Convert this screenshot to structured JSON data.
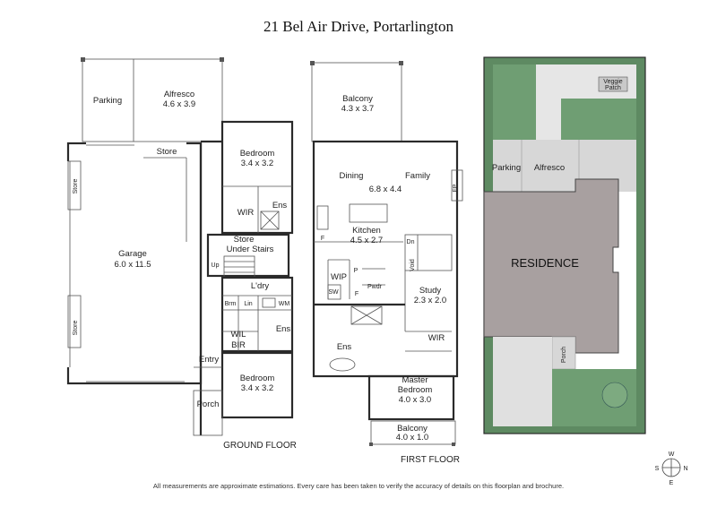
{
  "title": "21 Bel Air Drive, Portarlington",
  "ground_floor": {
    "caption": "GROUND FLOOR",
    "rooms": {
      "parking": "Parking",
      "alfresco": "Alfresco",
      "alfresco_size": "4.6 x 3.9",
      "store_top": "Store",
      "store_left_top": "Store",
      "store_left_bottom": "Store",
      "garage": "Garage",
      "garage_size": "6.0 x 11.5",
      "bedroom1": "Bedroom",
      "bedroom1_size": "3.4 x 3.2",
      "wir": "WIR",
      "ens1": "Ens",
      "store_under": "Store",
      "under_stairs": "Under Stairs",
      "up": "Up",
      "laundry": "L'dry",
      "brm": "Brm",
      "lin": "Lin",
      "wm": "WM",
      "wil": "WIL",
      "ens2": "Ens",
      "bir": "BIR",
      "entry": "Entry",
      "bedroom2": "Bedroom",
      "bedroom2_size": "3.4 x 3.2",
      "porch": "Porch"
    }
  },
  "first_floor": {
    "caption": "FIRST FLOOR",
    "rooms": {
      "balcony_top": "Balcony",
      "balcony_top_size": "4.3 x 3.7",
      "dining": "Dining",
      "family": "Family",
      "living_size": "6.8 x 4.4",
      "fp": "FP",
      "kitchen": "Kitchen",
      "kitchen_size": "4.5 x 2.7",
      "f1": "F",
      "dn": "Dn",
      "wip": "WIP",
      "p": "P",
      "void": "Void",
      "sw": "SW",
      "f2": "F",
      "pwdr": "Pwdr",
      "study": "Study",
      "study_size": "2.3 x 2.0",
      "ens": "Ens",
      "wir": "WIR",
      "master": "Master",
      "master2": "Bedroom",
      "master_size": "4.0 x 3.0",
      "balcony_bottom": "Balcony",
      "balcony_bottom_size": "4.0 x 1.0"
    }
  },
  "site_plan": {
    "residence": "RESIDENCE",
    "parking": "Parking",
    "alfresco": "Alfresco",
    "porch": "Porch",
    "veggie1": "Veggie",
    "veggie2": "Patch"
  },
  "compass": {
    "n": "N",
    "e": "E",
    "s": "S",
    "w": "W"
  },
  "disclaimer": "All measurements are approximate estimations. Every care has been taken to verify the accuracy of details on this floorplan and brochure.",
  "colors": {
    "residence": "#a8a0a0",
    "lawn": "#6f9e73",
    "paving": "#d7d7d7",
    "border_hedge": "#5e8a62"
  }
}
